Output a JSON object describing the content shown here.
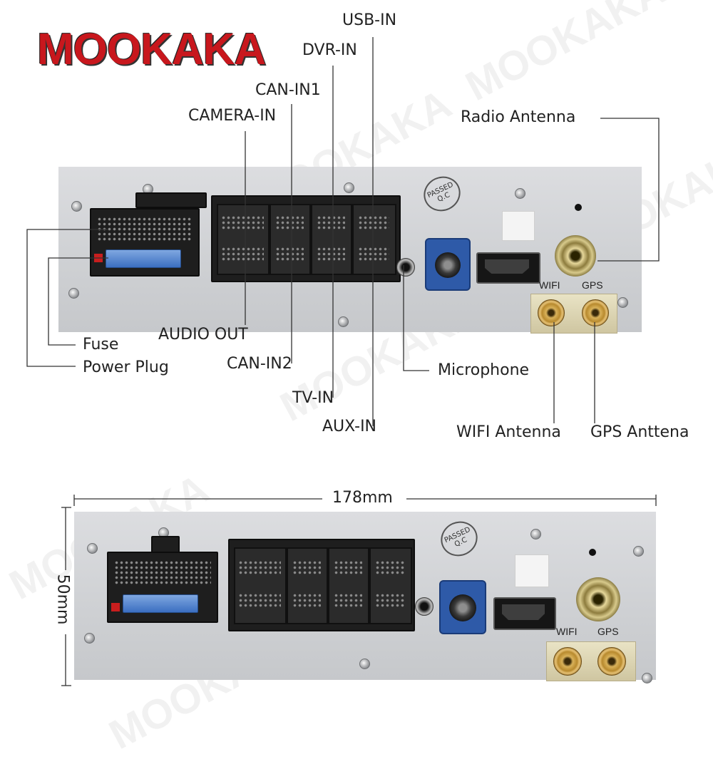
{
  "brand": {
    "name": "MOOKAKA",
    "watermark": "MOOKAKA",
    "color": "#c8171d"
  },
  "callouts": {
    "usb_in": "USB-IN",
    "dvr_in": "DVR-IN",
    "can_in1": "CAN-IN1",
    "camera_in": "CAMERA-IN",
    "radio_antenna": "Radio Antenna",
    "audio_out": "AUDIO OUT",
    "fuse": "Fuse",
    "power_plug": "Power Plug",
    "can_in2": "CAN-IN2",
    "microphone": "Microphone",
    "tv_in": "TV-IN",
    "aux_in": "AUX-IN",
    "wifi_antenna": "WIFI Antenna",
    "gps_antenna": "GPS Anttena"
  },
  "panel_marks": {
    "wifi": "WIFI",
    "gps": "GPS",
    "stamp_line1": "PASSED",
    "stamp_line2": "Q.C"
  },
  "dimensions": {
    "width": "178mm",
    "height": "50mm"
  }
}
